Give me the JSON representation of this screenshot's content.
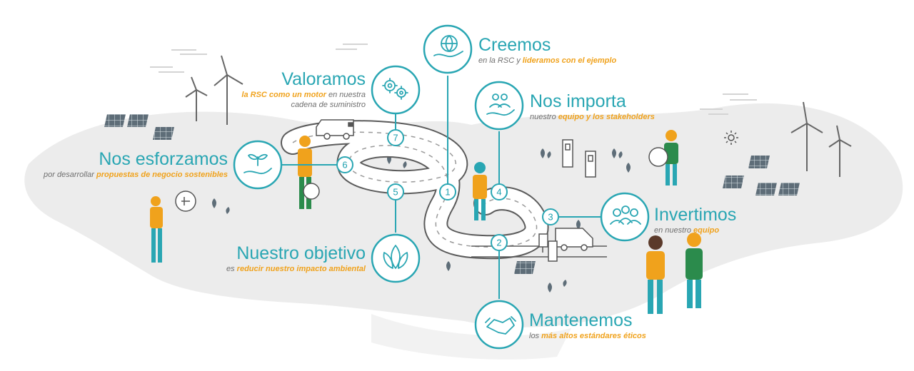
{
  "colors": {
    "teal": "#29a6b3",
    "orange": "#f0a21c",
    "grey_text": "#6f6f6f",
    "road": "#5b5b5b"
  },
  "items": [
    {
      "number": "1",
      "title": "Creemos",
      "sub_plain_1": "en la RSC y ",
      "sub_bold_1": "lideramos con el ejemplo",
      "sub_plain_2": "",
      "icon": "globe-hand-icon"
    },
    {
      "number": "2",
      "title": "Mantenemos",
      "sub_plain_1": "los ",
      "sub_bold_1": "más altos estándares éticos",
      "sub_plain_2": "",
      "icon": "handshake-icon"
    },
    {
      "number": "3",
      "title": "Invertimos",
      "sub_plain_1": "en nuestro ",
      "sub_bold_1": "equipo",
      "sub_plain_2": "",
      "icon": "team-icon"
    },
    {
      "number": "4",
      "title": "Nos importa",
      "sub_plain_1": "nuestro ",
      "sub_bold_1": "equipo y los stakeholders",
      "sub_plain_2": "",
      "icon": "people-hand-icon"
    },
    {
      "number": "5",
      "title": "Nuestro objetivo",
      "sub_plain_1": "es ",
      "sub_bold_1": "reducir nuestro impacto ambiental",
      "sub_plain_2": "",
      "icon": "leaves-icon"
    },
    {
      "number": "6",
      "title": "Nos esforzamos",
      "sub_plain_1": "por desarrollar ",
      "sub_bold_1": "propuestas de negocio sostenibles",
      "sub_plain_2": "",
      "icon": "plant-hand-icon"
    },
    {
      "number": "7",
      "title": "Valoramos",
      "sub_plain_1": "",
      "sub_bold_1": "la RSC como un motor",
      "sub_plain_2": " en nuestra cadena de suministro",
      "icon": "gears-icon"
    }
  ]
}
